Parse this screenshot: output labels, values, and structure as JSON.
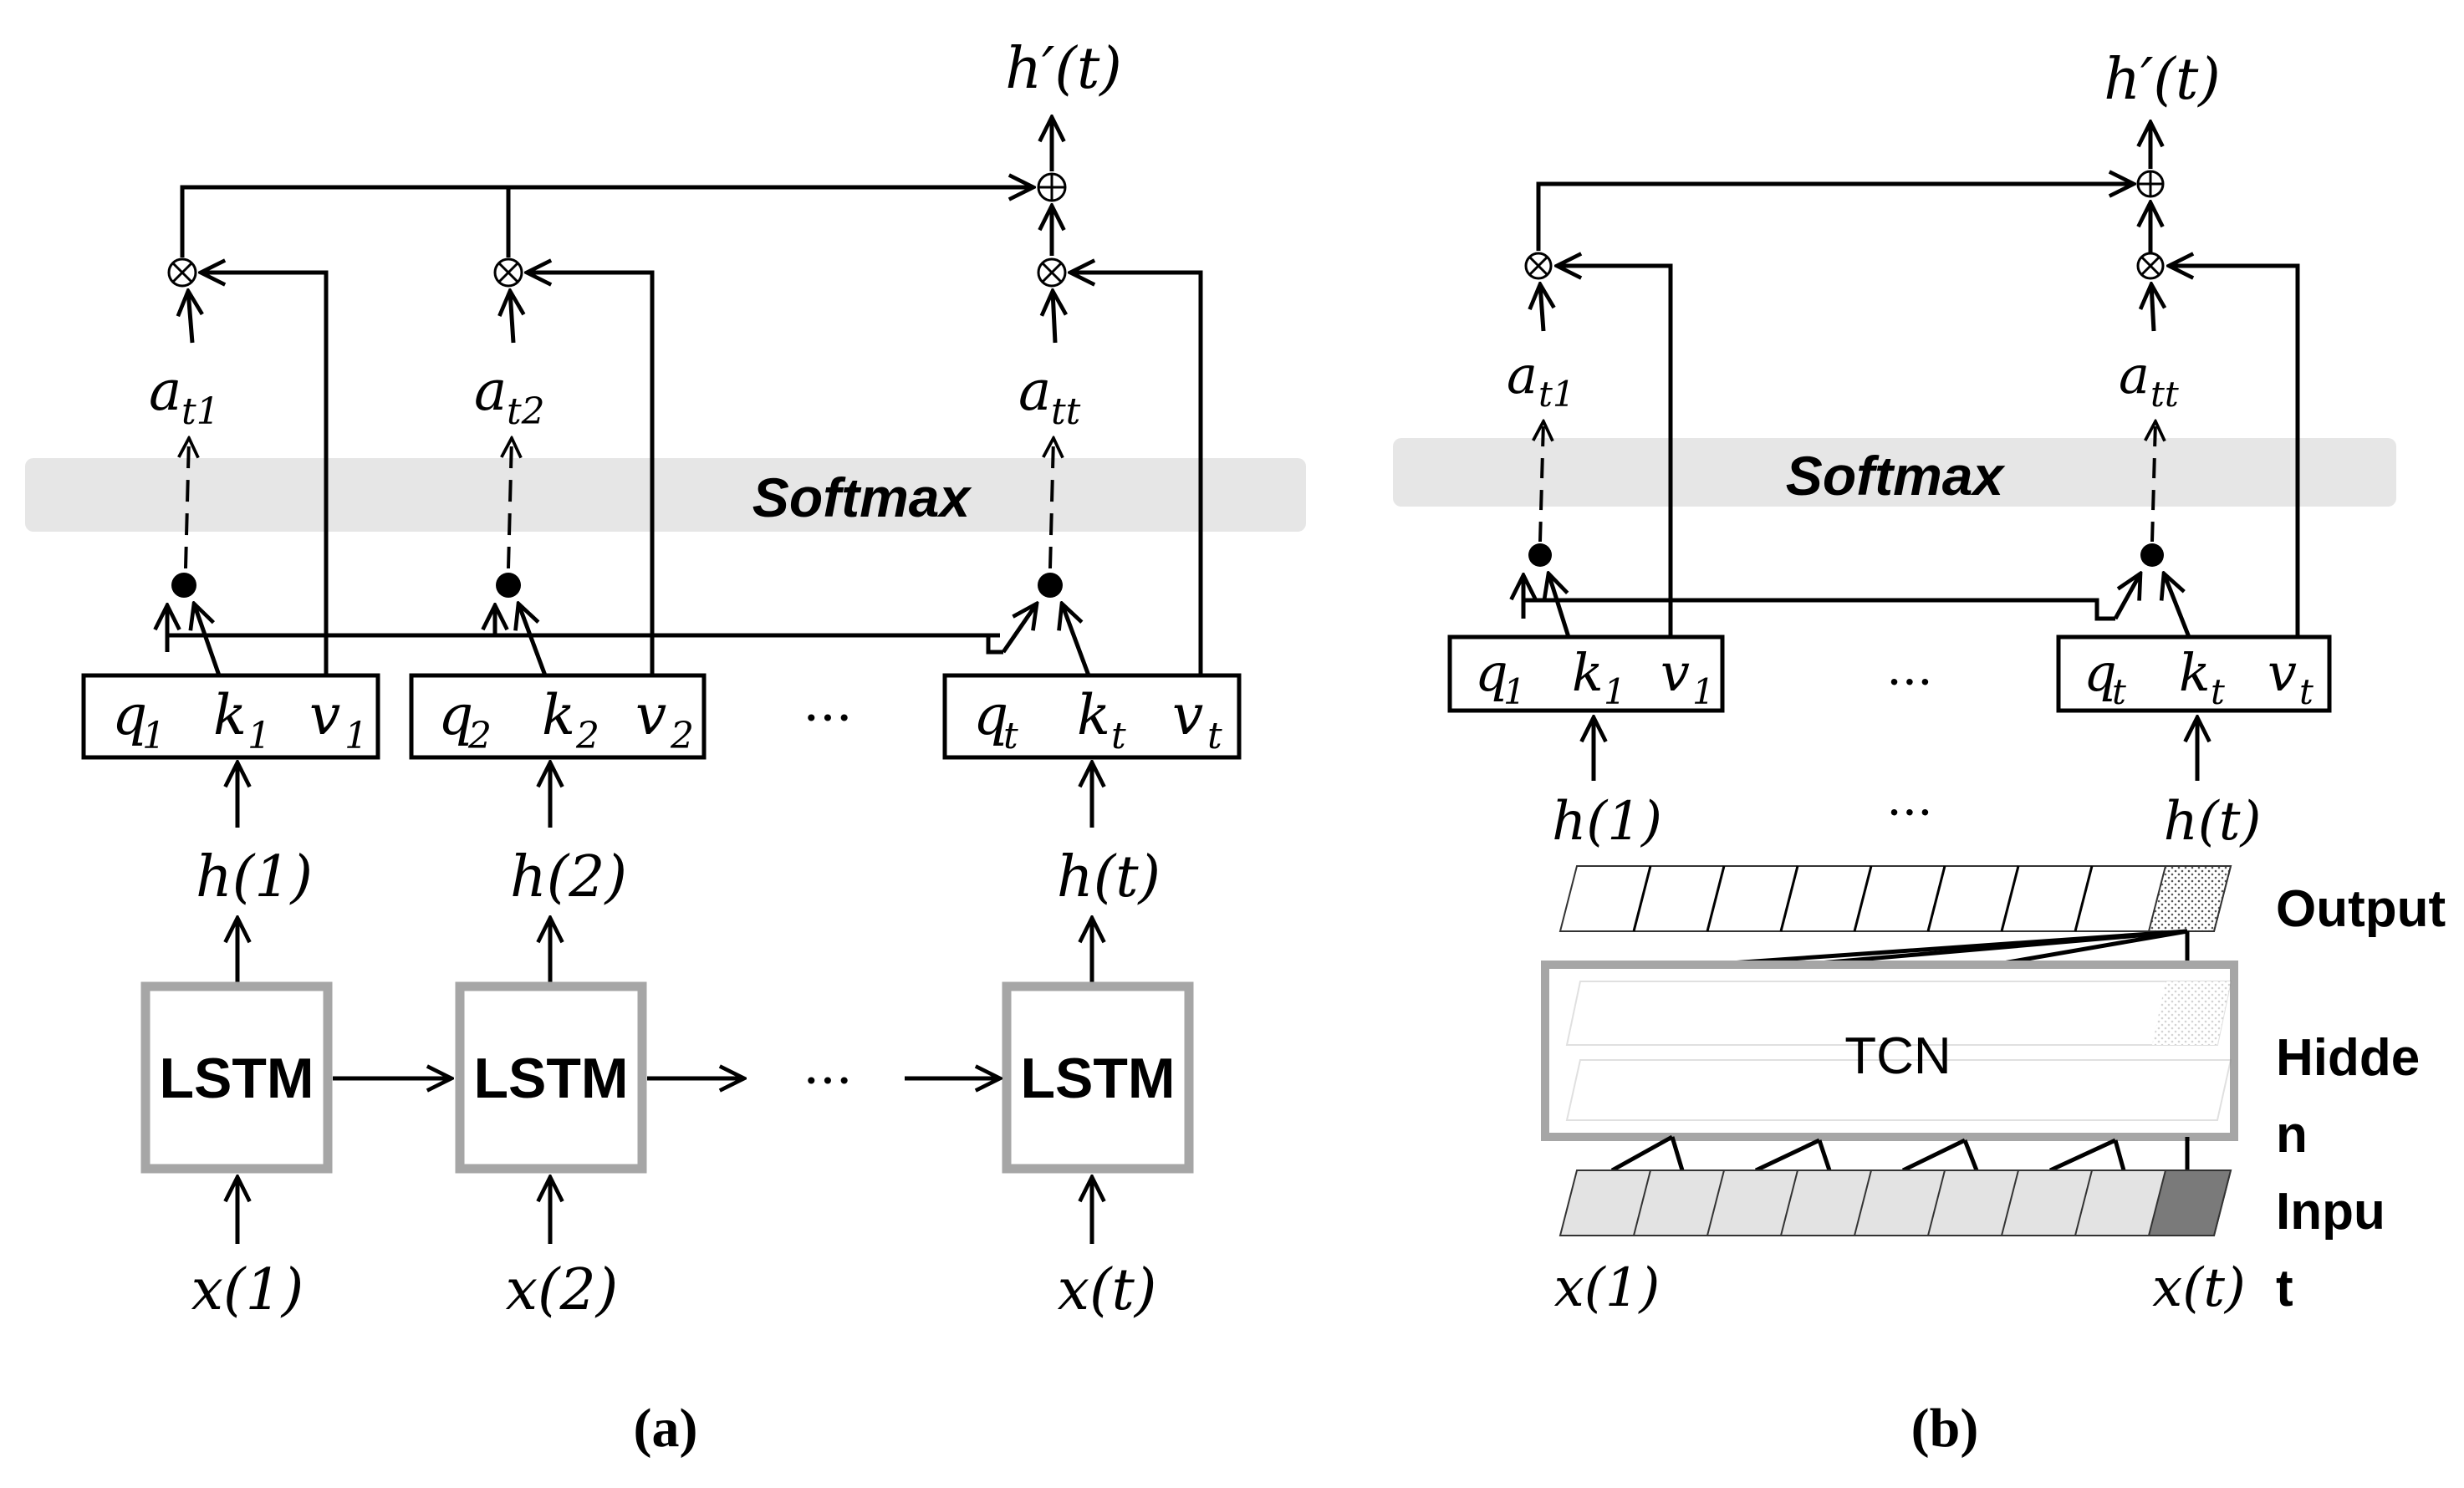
{
  "panel_a": {
    "caption": "(a)",
    "output_label": "h′(t)",
    "softmax_label": "Softmax",
    "ellipsis": "···",
    "columns": [
      {
        "att": "a",
        "att_sub": "t1",
        "q": "q",
        "q_sub": "1",
        "k": "k",
        "k_sub": "1",
        "v": "v",
        "v_sub": "1",
        "h": "h(1)",
        "cell": "LSTM",
        "x": "x(1)"
      },
      {
        "att": "a",
        "att_sub": "t2",
        "q": "q",
        "q_sub": "2",
        "k": "k",
        "k_sub": "2",
        "v": "v",
        "v_sub": "2",
        "h": "h(2)",
        "cell": "LSTM",
        "x": "x(2)"
      },
      {
        "att": "a",
        "att_sub": "tt",
        "q": "q",
        "q_sub": "t",
        "k": "k",
        "k_sub": "t",
        "v": "v",
        "v_sub": "t",
        "h": "h(t)",
        "cell": "LSTM",
        "x": "x(t)"
      }
    ]
  },
  "panel_b": {
    "caption": "(b)",
    "output_label": "h′(t)",
    "softmax_label": "Softmax",
    "ellipsis": "···",
    "columns": [
      {
        "att": "a",
        "att_sub": "t1",
        "q": "q",
        "q_sub": "1",
        "k": "k",
        "k_sub": "1",
        "v": "v",
        "v_sub": "1",
        "h": "h(1)",
        "x": "x(1)"
      },
      {
        "att": "a",
        "att_sub": "tt",
        "q": "q",
        "q_sub": "t",
        "k": "k",
        "k_sub": "t",
        "v": "v",
        "v_sub": "t",
        "h": "h(t)",
        "x": "x(t)"
      }
    ],
    "tcn_label": "TCN",
    "layer_labels": {
      "output": "Output",
      "hidden_1": "Hidde",
      "hidden_2": "n",
      "input_1": "Inpu",
      "input_2": "t"
    }
  },
  "colors": {
    "softmax_band": "#e6e6e6",
    "lstm_border": "#a6a6a6",
    "tcn_border": "#a6a6a6",
    "input_cells": "#e3e3e3",
    "input_last_cell": "#7a7a7a"
  }
}
